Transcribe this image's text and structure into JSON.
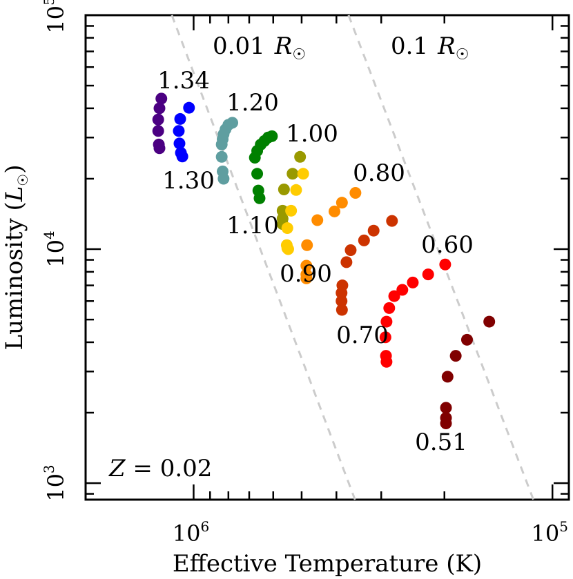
{
  "chart_data": {
    "type": "scatter",
    "xlabel": "Effective Temperature (K)",
    "ylabel_text": "Luminosity (",
    "ylabel_sym": "L",
    "ylabel_close": ")",
    "x_axis": {
      "scale": "log",
      "reversed": true,
      "xlim": [
        2000000,
        90000
      ],
      "ticks": [
        {
          "value": 1000000,
          "base": "10",
          "exp": "6"
        },
        {
          "value": 100000,
          "base": "10",
          "exp": "5"
        }
      ]
    },
    "y_axis": {
      "scale": "log",
      "ylim": [
        850,
        100000
      ],
      "ticks": [
        {
          "value": 1000,
          "base": "10",
          "exp": "3"
        },
        {
          "value": 10000,
          "base": "10",
          "exp": "4"
        },
        {
          "value": 100000,
          "base": "10",
          "exp": "5"
        }
      ]
    },
    "grid": false,
    "annotation_z": {
      "var": "Z",
      "rest": " = 0.02"
    },
    "radius_lines": [
      {
        "label_num": "0.01",
        "label_sym": "R",
        "color": "#cccccc",
        "style": "dashed",
        "points": [
          [
            1150000,
            100000
          ],
          [
            355000,
            850
          ]
        ]
      },
      {
        "label_num": "0.1",
        "label_sym": "R",
        "color": "#cccccc",
        "style": "dashed",
        "points": [
          [
            370000,
            100000
          ],
          [
            113000,
            850
          ]
        ]
      }
    ],
    "series": [
      {
        "name": "1.34",
        "color": "#4b0082",
        "points": [
          [
            1230000,
            44000
          ],
          [
            1245000,
            40000
          ],
          [
            1255000,
            35800
          ],
          [
            1255000,
            32000
          ],
          [
            1250000,
            28000
          ],
          [
            1245000,
            27000
          ]
        ]
      },
      {
        "name": "1.30",
        "color": "#0000ff",
        "points": [
          [
            1030000,
            40200
          ],
          [
            1090000,
            36000
          ],
          [
            1100000,
            32000
          ],
          [
            1095000,
            28300
          ],
          [
            1085000,
            25800
          ],
          [
            1075000,
            24900
          ]
        ]
      },
      {
        "name": "1.20",
        "color": "#5f9ea0",
        "points": [
          [
            780000,
            34700
          ],
          [
            800000,
            34000
          ],
          [
            815000,
            32500
          ],
          [
            825000,
            31000
          ],
          [
            830000,
            29500
          ],
          [
            835000,
            28000
          ],
          [
            835000,
            24800
          ],
          [
            830000,
            21500
          ],
          [
            825000,
            20000
          ]
        ]
      },
      {
        "name": "1.10",
        "color": "#008000",
        "points": [
          [
            605000,
            30400
          ],
          [
            620000,
            30000
          ],
          [
            635000,
            29000
          ],
          [
            650000,
            28000
          ],
          [
            665000,
            26300
          ],
          [
            675000,
            24600
          ],
          [
            665000,
            21000
          ],
          [
            660000,
            17800
          ],
          [
            655000,
            16500
          ]
        ]
      },
      {
        "name": "1.00",
        "color": "#999900",
        "points": [
          [
            505000,
            24800
          ],
          [
            530000,
            21000
          ],
          [
            560000,
            18000
          ],
          [
            565000,
            14600
          ],
          [
            565000,
            13500
          ],
          [
            565000,
            12800
          ]
        ]
      },
      {
        "name": "0.90",
        "color": "#ffcc00",
        "points": [
          [
            495000,
            21000
          ],
          [
            518000,
            17900
          ],
          [
            535000,
            14600
          ],
          [
            548000,
            12300
          ],
          [
            550000,
            10400
          ],
          [
            548000,
            10100
          ],
          [
            545000,
            10000
          ]
        ]
      },
      {
        "name": "0.80",
        "color": "#ff8c00",
        "points": [
          [
            354000,
            17400
          ],
          [
            386000,
            15800
          ],
          [
            405000,
            14500
          ],
          [
            452000,
            13300
          ],
          [
            483000,
            10400
          ],
          [
            485000,
            8500
          ],
          [
            485000,
            7800
          ],
          [
            485000,
            7500
          ]
        ]
      },
      {
        "name": "0.70",
        "color": "#cc3300",
        "points": [
          [
            280000,
            13200
          ],
          [
            315000,
            12000
          ],
          [
            335000,
            10900
          ],
          [
            365000,
            9900
          ],
          [
            375000,
            8800
          ],
          [
            385000,
            7000
          ],
          [
            387000,
            6500
          ],
          [
            387000,
            6000
          ],
          [
            386000,
            5500
          ]
        ]
      },
      {
        "name": "0.60",
        "color": "#ff0000",
        "points": [
          [
            199000,
            8600
          ],
          [
            222000,
            7800
          ],
          [
            245000,
            7200
          ],
          [
            262000,
            6700
          ],
          [
            276000,
            6300
          ],
          [
            285000,
            5600
          ],
          [
            290000,
            4900
          ],
          [
            292000,
            4200
          ],
          [
            291000,
            3500
          ],
          [
            290000,
            3300
          ]
        ]
      },
      {
        "name": "0.51",
        "color": "#800000",
        "points": [
          [
            150000,
            4900
          ],
          [
            173000,
            4100
          ],
          [
            186000,
            3500
          ],
          [
            196000,
            2850
          ],
          [
            198000,
            2100
          ],
          [
            198000,
            1900
          ],
          [
            198000,
            1800
          ]
        ]
      }
    ],
    "series_labels": [
      "1.34",
      "1.30",
      "1.20",
      "1.10",
      "1.00",
      "0.90",
      "0.80",
      "0.70",
      "0.60",
      "0.51"
    ]
  }
}
